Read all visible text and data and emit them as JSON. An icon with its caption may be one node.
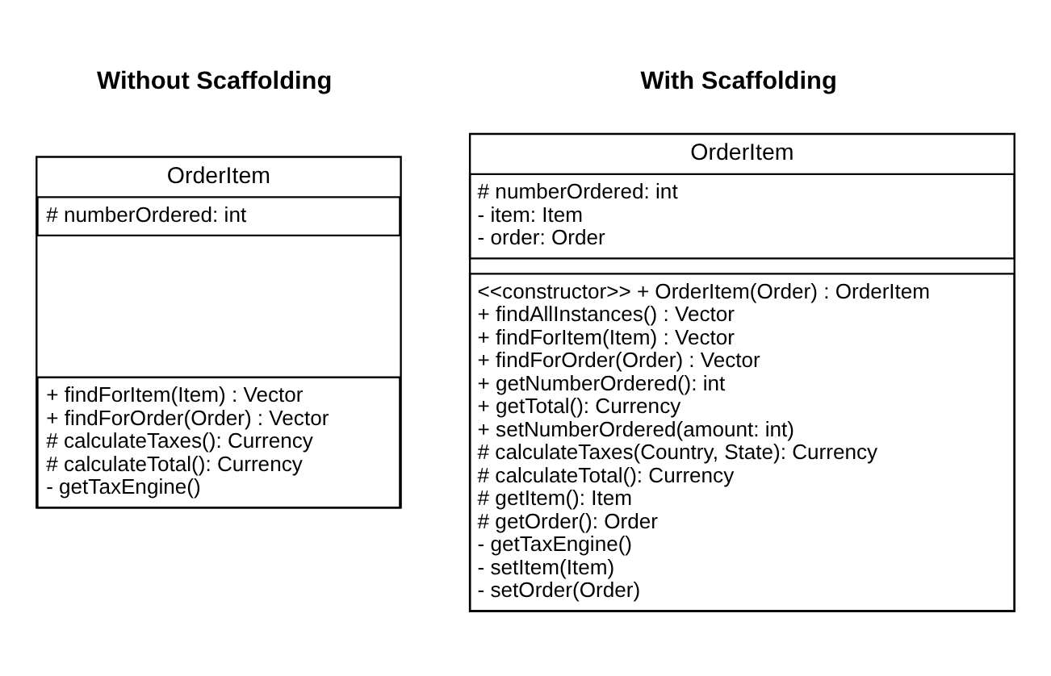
{
  "diagram": {
    "nodes": [
      {
        "text": [
          "OrderItem"
        ]
      },
      {
        "text": [
          "# numberOrdered: int"
        ],
        "in": 0
      },
      {
        "text": [
          "+ findForItem(Item) : Vector",
          "+ findForOrder(Order) : Vector",
          "# calculateTaxes(): Currency",
          "# calculateTotal(): Currency",
          "- getTaxEngine()"
        ],
        "in": 0
      },
      {
        "text": [
          "OrderItem"
        ]
      },
      {
        "text": [
          "# numberOrdered: int",
          "- item: Item",
          "- order: Order"
        ],
        "in": 3
      },
      {
        "text": [
          "<<constructor>> + OrderItem(Order) : OrderItem",
          "+ findAllInstances() : Vector",
          "+ findForItem(Item) : Vector",
          "+ findForOrder(Order) : Vector",
          "+ getNumberOrdered(): int",
          "+ getTotal(): Currency",
          "+ setNumberOrdered(amount: int)",
          "# calculateTaxes(Country, State): Currency",
          "# calculateTotal(): Currency",
          "# getItem(): Item",
          "# getOrder(): Order",
          "- getTaxEngine()",
          "- setItem(Item)",
          "- setOrder(Order)"
        ],
        "in": 3
      }
    ],
    "edges": [],
    "labels": [
      "Without Scaffolding",
      "With Scaffolding"
    ]
  }
}
